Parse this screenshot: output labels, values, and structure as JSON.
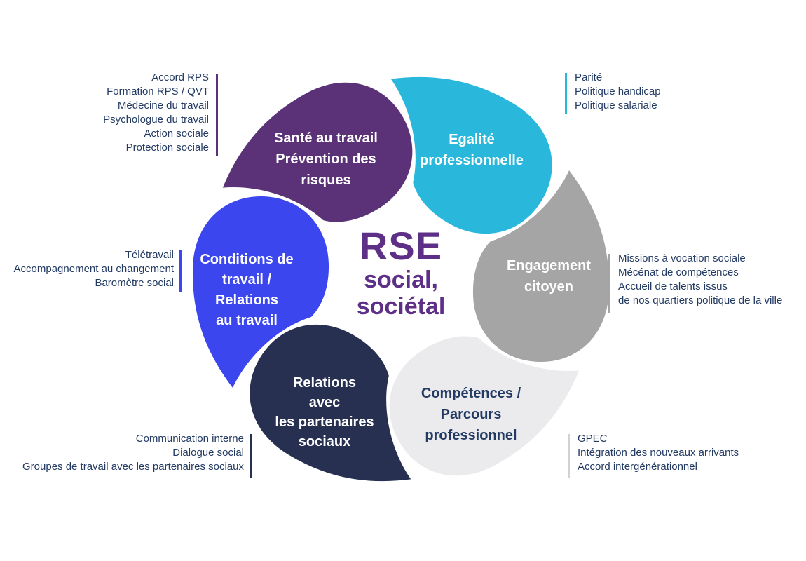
{
  "title": {
    "main": "RSE",
    "sub1": "social,",
    "sub2": "sociétal",
    "color": "#5d2f86"
  },
  "petals": [
    {
      "id": "sante-au-travail",
      "color": "#5b3277",
      "text_color": "#ffffff",
      "lines": [
        "Santé au travail",
        "Prévention des",
        "risques"
      ]
    },
    {
      "id": "egalite-professionnelle",
      "color": "#29b8dc",
      "text_color": "#ffffff",
      "lines": [
        "Egalité",
        "professionnelle"
      ]
    },
    {
      "id": "engagement-citoyen",
      "color": "#a5a5a5",
      "text_color": "#ffffff",
      "lines": [
        "Engagement",
        "citoyen"
      ]
    },
    {
      "id": "competences-parcours",
      "color": "#ebebed",
      "text_color": "#233a63",
      "lines": [
        "Compétences /",
        "Parcours",
        "professionnel"
      ]
    },
    {
      "id": "relations-partenaires",
      "color": "#273050",
      "text_color": "#ffffff",
      "lines": [
        "Relations",
        "avec",
        "les partenaires",
        "sociaux"
      ]
    },
    {
      "id": "conditions-de-travail",
      "color": "#3b46ee",
      "text_color": "#ffffff",
      "lines": [
        "Conditions de",
        "travail /",
        "Relations",
        "au travail"
      ]
    }
  ],
  "annotations": [
    {
      "id": "sante-items",
      "bar_color": "#5b3277",
      "lines": [
        "Accord RPS",
        "Formation RPS / QVT",
        "Médecine du travail",
        "Psychologue du travail",
        "Action sociale",
        "Protection sociale"
      ]
    },
    {
      "id": "egalite-items",
      "bar_color": "#29b8dc",
      "lines": [
        "Parité",
        "Politique handicap",
        "Politique salariale"
      ]
    },
    {
      "id": "engagement-items",
      "bar_color": "#a5a5a5",
      "lines": [
        "Missions à vocation sociale",
        "Mécénat de compétences",
        "Accueil de talents issus",
        "de nos quartiers politique de la ville"
      ]
    },
    {
      "id": "competences-items",
      "bar_color": "#d2d2d4",
      "lines": [
        "GPEC",
        "Intégration des nouveaux arrivants",
        "Accord intergénérationnel"
      ]
    },
    {
      "id": "relations-items",
      "bar_color": "#273050",
      "lines": [
        "Communication interne",
        "Dialogue social",
        "Groupes de travail avec les partenaires sociaux"
      ]
    },
    {
      "id": "conditions-items",
      "bar_color": "#3b46ee",
      "lines": [
        "Télétravail",
        "Accompagnement au changement",
        "Baromètre social"
      ]
    }
  ]
}
